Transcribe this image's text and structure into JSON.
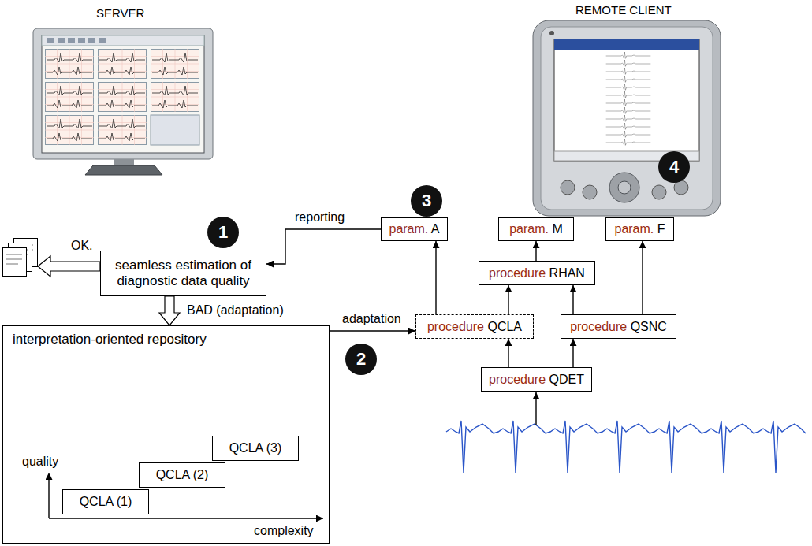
{
  "diagram": {
    "nodes": [
      {
        "text": [
          "seamless estimation of diagnostic data quality"
        ]
      },
      {
        "text": [
          "OK."
        ]
      },
      {
        "text": [
          "interpretation-oriented repository"
        ]
      },
      {
        "text": [
          "QCLA (1)"
        ],
        "in": 2
      },
      {
        "text": [
          "QCLA (2)"
        ],
        "in": 2
      },
      {
        "text": [
          "QCLA (3)"
        ],
        "in": 2
      },
      {
        "text": [
          "param. A"
        ]
      },
      {
        "text": [
          "param. M"
        ]
      },
      {
        "text": [
          "param. F"
        ]
      },
      {
        "text": [
          "procedure RHAN"
        ]
      },
      {
        "text": [
          "procedure QCLA"
        ]
      },
      {
        "text": [
          "procedure QSNC"
        ]
      },
      {
        "text": [
          "procedure QDET"
        ]
      }
    ],
    "edges": [
      {
        "from": 0,
        "to": 1,
        "arrow": "to"
      },
      {
        "from": 0,
        "to": 2,
        "label": "BAD (adaptation)",
        "arrow": "to"
      },
      {
        "from": 2,
        "to": 10,
        "label": "adaptation",
        "arrow": "to"
      },
      {
        "from": 6,
        "to": 0,
        "label": "reporting",
        "arrow": "to"
      },
      {
        "from": 10,
        "to": 6,
        "arrow": "to"
      },
      {
        "from": 10,
        "to": 9,
        "arrow": "to"
      },
      {
        "from": 11,
        "to": 9,
        "arrow": "to"
      },
      {
        "from": 9,
        "to": 7,
        "arrow": "to"
      },
      {
        "from": 11,
        "to": 8,
        "arrow": "to"
      },
      {
        "from": 12,
        "to": 10,
        "arrow": "to"
      },
      {
        "from": 12,
        "to": 11,
        "arrow": "to"
      }
    ],
    "labels": [
      "SERVER",
      "REMOTE CLIENT",
      "1",
      "2",
      "3",
      "4",
      "quality",
      "complexity"
    ]
  }
}
